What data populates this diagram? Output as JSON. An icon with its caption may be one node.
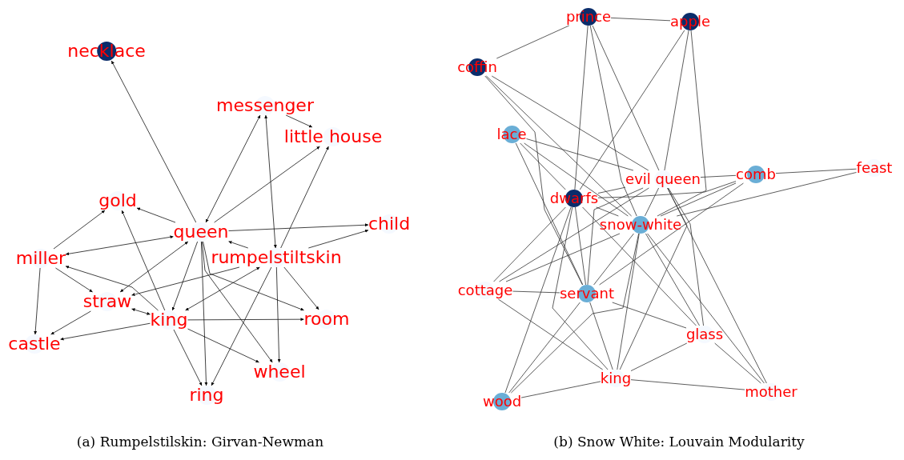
{
  "diagram": {
    "nodes": [
      {
        "text": [
          "necklace"
        ]
      },
      {
        "text": [
          "messenger"
        ]
      },
      {
        "text": [
          "little house"
        ]
      },
      {
        "text": [
          "gold"
        ]
      },
      {
        "text": [
          "child"
        ]
      },
      {
        "text": [
          "queen"
        ]
      },
      {
        "text": [
          "rumpelstiltskin"
        ]
      },
      {
        "text": [
          "miller"
        ]
      },
      {
        "text": [
          "straw"
        ]
      },
      {
        "text": [
          "king"
        ]
      },
      {
        "text": [
          "room"
        ]
      },
      {
        "text": [
          "castle"
        ]
      },
      {
        "text": [
          "wheel"
        ]
      },
      {
        "text": [
          "ring"
        ]
      },
      {
        "text": [
          "prince"
        ]
      },
      {
        "text": [
          "apple"
        ]
      },
      {
        "text": [
          "coffin"
        ]
      },
      {
        "text": [
          "lace"
        ]
      },
      {
        "text": [
          "evil queen"
        ]
      },
      {
        "text": [
          "comb"
        ]
      },
      {
        "text": [
          "feast"
        ]
      },
      {
        "text": [
          "dwarfs"
        ]
      },
      {
        "text": [
          "snow-white"
        ]
      },
      {
        "text": [
          "cottage"
        ]
      },
      {
        "text": [
          "servant"
        ]
      },
      {
        "text": [
          "glass"
        ]
      },
      {
        "text": [
          "king"
        ]
      },
      {
        "text": [
          "mother"
        ]
      },
      {
        "text": [
          "wood"
        ]
      }
    ],
    "edges": [
      {
        "from": 5,
        "to": 0,
        "arrow": "to"
      },
      {
        "from": 5,
        "to": 1,
        "arrow": "both"
      },
      {
        "from": 1,
        "to": 2,
        "arrow": "to"
      },
      {
        "from": 6,
        "to": 1,
        "arrow": "both"
      },
      {
        "from": 5,
        "to": 2,
        "arrow": "to"
      },
      {
        "from": 6,
        "to": 2,
        "arrow": "to"
      },
      {
        "from": 5,
        "to": 3,
        "arrow": "to"
      },
      {
        "from": 6,
        "to": 5,
        "arrow": "to"
      },
      {
        "from": 5,
        "to": 4,
        "arrow": "to"
      },
      {
        "from": 6,
        "to": 4,
        "arrow": "to"
      },
      {
        "from": 7,
        "to": 3,
        "arrow": "to"
      },
      {
        "from": 7,
        "to": 5,
        "arrow": "both"
      },
      {
        "from": 7,
        "to": 11,
        "arrow": "to"
      },
      {
        "from": 8,
        "to": 11,
        "arrow": "to"
      },
      {
        "from": 9,
        "to": 3,
        "arrow": "to"
      },
      {
        "from": 9,
        "to": 7,
        "arrow": "to"
      },
      {
        "from": 7,
        "to": 8,
        "arrow": "to"
      },
      {
        "from": 8,
        "to": 5,
        "arrow": "both"
      },
      {
        "from": 6,
        "to": 8,
        "arrow": "to"
      },
      {
        "from": 9,
        "to": 8,
        "arrow": "both"
      },
      {
        "from": 5,
        "to": 9,
        "arrow": "to"
      },
      {
        "from": 6,
        "to": 9,
        "arrow": "both"
      },
      {
        "from": 9,
        "to": 11,
        "arrow": "to"
      },
      {
        "from": 9,
        "to": 10,
        "arrow": "to"
      },
      {
        "from": 9,
        "to": 13,
        "arrow": "to"
      },
      {
        "from": 9,
        "to": 12,
        "arrow": "to"
      },
      {
        "from": 5,
        "to": 13,
        "arrow": "to"
      },
      {
        "from": 5,
        "to": 12,
        "arrow": "to"
      },
      {
        "from": 5,
        "to": 10,
        "arrow": "to"
      },
      {
        "from": 6,
        "to": 10,
        "arrow": "to"
      },
      {
        "from": 6,
        "to": 12,
        "arrow": "to"
      },
      {
        "from": 6,
        "to": 13,
        "arrow": "to"
      },
      {
        "from": 14,
        "to": 15,
        "arrow": "none"
      },
      {
        "from": 14,
        "to": 16,
        "arrow": "none"
      },
      {
        "from": 14,
        "to": 21,
        "arrow": "none"
      },
      {
        "from": 14,
        "to": 22,
        "arrow": "none"
      },
      {
        "from": 14,
        "to": 18,
        "arrow": "none"
      },
      {
        "from": 15,
        "to": 21,
        "arrow": "none"
      },
      {
        "from": 15,
        "to": 22,
        "arrow": "none"
      },
      {
        "from": 15,
        "to": 18,
        "arrow": "none"
      },
      {
        "from": 16,
        "to": 18,
        "arrow": "none"
      },
      {
        "from": 16,
        "to": 22,
        "arrow": "none"
      },
      {
        "from": 16,
        "to": 24,
        "arrow": "none"
      },
      {
        "from": 17,
        "to": 18,
        "arrow": "none"
      },
      {
        "from": 17,
        "to": 22,
        "arrow": "none"
      },
      {
        "from": 17,
        "to": 21,
        "arrow": "none"
      },
      {
        "from": 17,
        "to": 24,
        "arrow": "none"
      },
      {
        "from": 18,
        "to": 19,
        "arrow": "none"
      },
      {
        "from": 18,
        "to": 21,
        "arrow": "none"
      },
      {
        "from": 18,
        "to": 22,
        "arrow": "none"
      },
      {
        "from": 18,
        "to": 23,
        "arrow": "none"
      },
      {
        "from": 18,
        "to": 26,
        "arrow": "none"
      },
      {
        "from": 18,
        "to": 25,
        "arrow": "none"
      },
      {
        "from": 18,
        "to": 27,
        "arrow": "none"
      },
      {
        "from": 18,
        "to": 24,
        "arrow": "none"
      },
      {
        "from": 19,
        "to": 20,
        "arrow": "none"
      },
      {
        "from": 19,
        "to": 21,
        "arrow": "none"
      },
      {
        "from": 19,
        "to": 24,
        "arrow": "none"
      },
      {
        "from": 19,
        "to": 22,
        "arrow": "none"
      },
      {
        "from": 20,
        "to": 22,
        "arrow": "none"
      },
      {
        "from": 21,
        "to": 22,
        "arrow": "none"
      },
      {
        "from": 21,
        "to": 23,
        "arrow": "none"
      },
      {
        "from": 21,
        "to": 24,
        "arrow": "none"
      },
      {
        "from": 21,
        "to": 26,
        "arrow": "none"
      },
      {
        "from": 21,
        "to": 28,
        "arrow": "none"
      },
      {
        "from": 21,
        "to": 25,
        "arrow": "none"
      },
      {
        "from": 22,
        "to": 23,
        "arrow": "none"
      },
      {
        "from": 22,
        "to": 24,
        "arrow": "none"
      },
      {
        "from": 22,
        "to": 28,
        "arrow": "none"
      },
      {
        "from": 22,
        "to": 26,
        "arrow": "none"
      },
      {
        "from": 22,
        "to": 25,
        "arrow": "none"
      },
      {
        "from": 22,
        "to": 27,
        "arrow": "none"
      },
      {
        "from": 23,
        "to": 24,
        "arrow": "none"
      },
      {
        "from": 23,
        "to": 26,
        "arrow": "none"
      },
      {
        "from": 24,
        "to": 26,
        "arrow": "none"
      },
      {
        "from": 24,
        "to": 25,
        "arrow": "none"
      },
      {
        "from": 24,
        "to": 28,
        "arrow": "none"
      },
      {
        "from": 26,
        "to": 25,
        "arrow": "none"
      },
      {
        "from": 26,
        "to": 27,
        "arrow": "none"
      },
      {
        "from": 26,
        "to": 28,
        "arrow": "none"
      },
      {
        "from": 25,
        "to": 27,
        "arrow": "none"
      }
    ],
    "labels": [
      "(a) Rumpelstilskin: Girvan-Newman",
      "(b) Snow White: Louvain Modularity"
    ]
  }
}
